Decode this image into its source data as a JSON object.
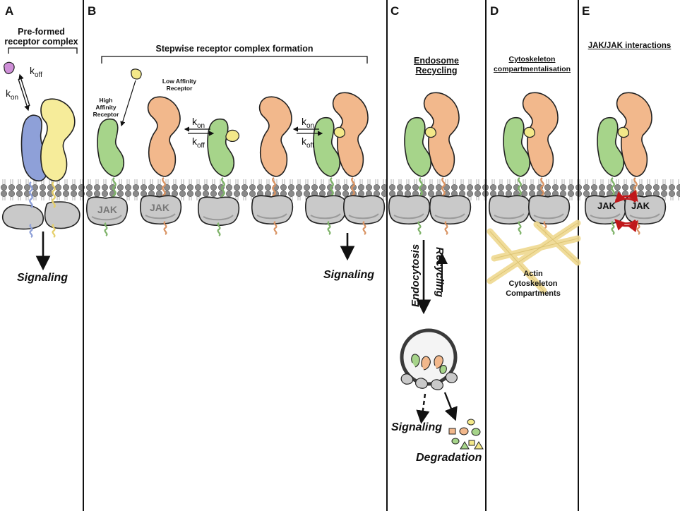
{
  "panels": {
    "a": {
      "letter": "A",
      "title_line1": "Pre-formed",
      "title_line2": "receptor complex",
      "kon": "k",
      "kon_sub": "on",
      "koff": "k",
      "koff_sub": "off",
      "signal": "Signaling"
    },
    "b": {
      "letter": "B",
      "title": "Stepwise receptor complex formation",
      "high_line1": "High",
      "high_line2": "Affinity",
      "high_line3": "Receptor",
      "low_line1": "Low Affinity",
      "low_line2": "Receptor",
      "jak1": "JAK",
      "jak2": "JAK",
      "kon": "k",
      "kon_sub": "on",
      "koff": "k",
      "koff_sub": "off",
      "kon2": "k",
      "kon2_sub": "on",
      "koff2": "k",
      "koff2_sub": "off",
      "signal": "Signaling"
    },
    "c": {
      "letter": "C",
      "title_line1": "Endosome",
      "title_line2": "Recycling",
      "endocytosis": "Endocytosis",
      "recycling": "Recycling",
      "signal": "Signaling",
      "degradation": "Degradation"
    },
    "d": {
      "letter": "D",
      "title": "Cytoskeleton compartmentalisation",
      "actin_line1": "Actin",
      "actin_line2": "Cytoskeleton",
      "actin_line3": "Compartments"
    },
    "e": {
      "letter": "E",
      "title": "JAK/JAK interactions",
      "jak1": "JAK",
      "jak2": "JAK"
    }
  },
  "colors": {
    "high_affinity": "#a6d48a",
    "low_affinity": "#f2b88c",
    "preformed_blue": "#8ea0d8",
    "preformed_yellow": "#f6ec9a",
    "ligand": "#f3e889",
    "ligand_purple": "#cf8fd8",
    "jak": "#c8c8c8",
    "membrane": "#888888",
    "actin": "#efd990",
    "jak_interaction": "#c0181b"
  }
}
